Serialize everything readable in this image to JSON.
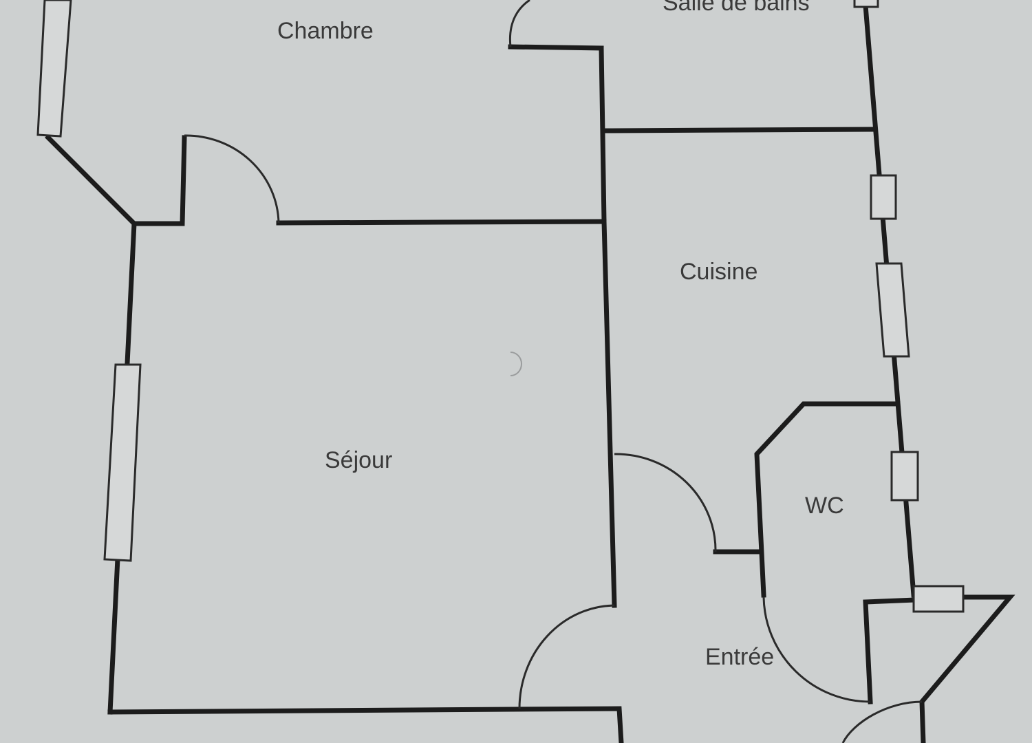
{
  "rooms": {
    "chambre": "Chambre",
    "salle_de_bains": "Salle de bains",
    "cuisine": "Cuisine",
    "sejour": "Séjour",
    "wc": "WC",
    "entree": "Entrée"
  },
  "colors": {
    "paper": "#c9cccd",
    "wall": "#1c1c1c",
    "label": "#3a3a3a"
  }
}
